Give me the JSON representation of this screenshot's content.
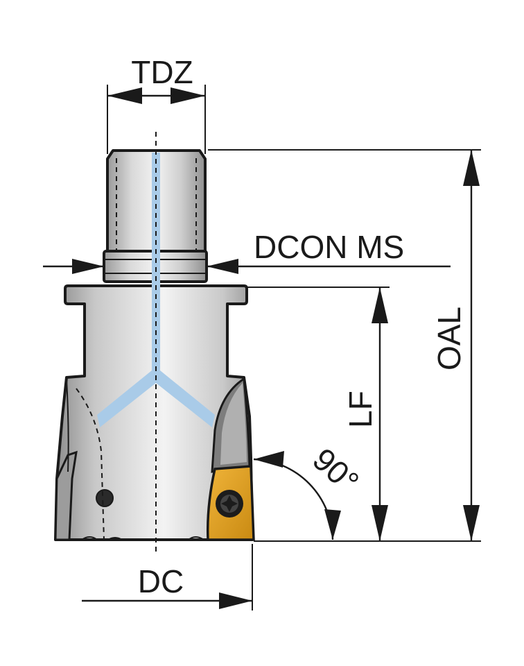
{
  "diagram": {
    "labels": {
      "tdz": "TDZ",
      "dcon": "DCON MS",
      "oal": "OAL",
      "lf": "LF",
      "angle": "90°",
      "dc": "DC"
    },
    "colors": {
      "steel_light": "#e6e6e6",
      "steel_mid": "#bdbdbd",
      "steel_dark": "#8a8a8a",
      "coolant": "#a9cbe8",
      "insert": "#e0a020",
      "line": "#1a1a1a"
    }
  }
}
